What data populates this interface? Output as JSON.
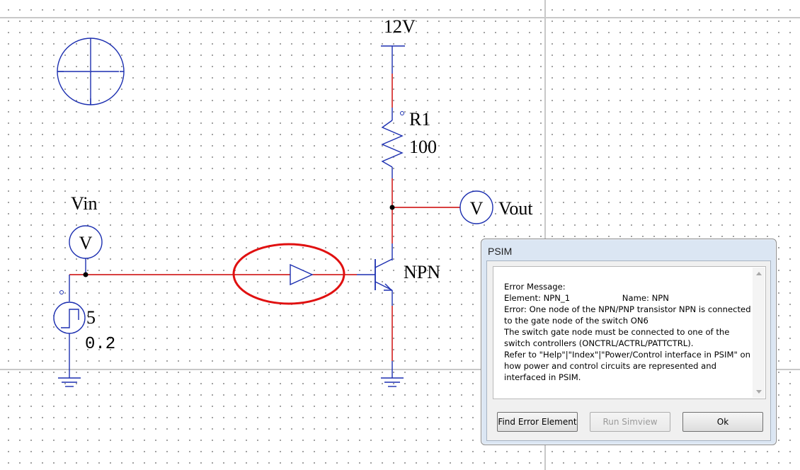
{
  "schematic": {
    "supply_label": "12V",
    "resistor_name": "R1",
    "resistor_value": "100",
    "output_probe_label": "Vout",
    "output_probe_symbol": "V",
    "input_probe_label": "Vin",
    "input_probe_symbol": "V",
    "transistor_label": "NPN",
    "source_amplitude": "5",
    "source_duty": "0.2",
    "colors": {
      "wire": "#cc0000",
      "component": "#1c2fb0",
      "highlight": "#e01010",
      "gridline": "#c8c8c8"
    }
  },
  "dialog": {
    "title": "PSIM",
    "message_lines": [
      "Error Message:",
      "Element: NPN_1                    Name: NPN",
      "Error: One node of the NPN/PNP transistor NPN is connected",
      "to the gate node of the switch ON6",
      "The switch gate node must be connected to one of the",
      "switch controllers (ONCTRL/ACTRL/PATTCTRL).",
      "Refer to \"Help\"|\"Index\"|\"Power/Control interface in PSIM\" on",
      "how power and control circuits are represented and",
      "interfaced in PSIM."
    ],
    "buttons": {
      "find": "Find Error Element",
      "run": "Run Simview",
      "ok": "Ok"
    }
  }
}
